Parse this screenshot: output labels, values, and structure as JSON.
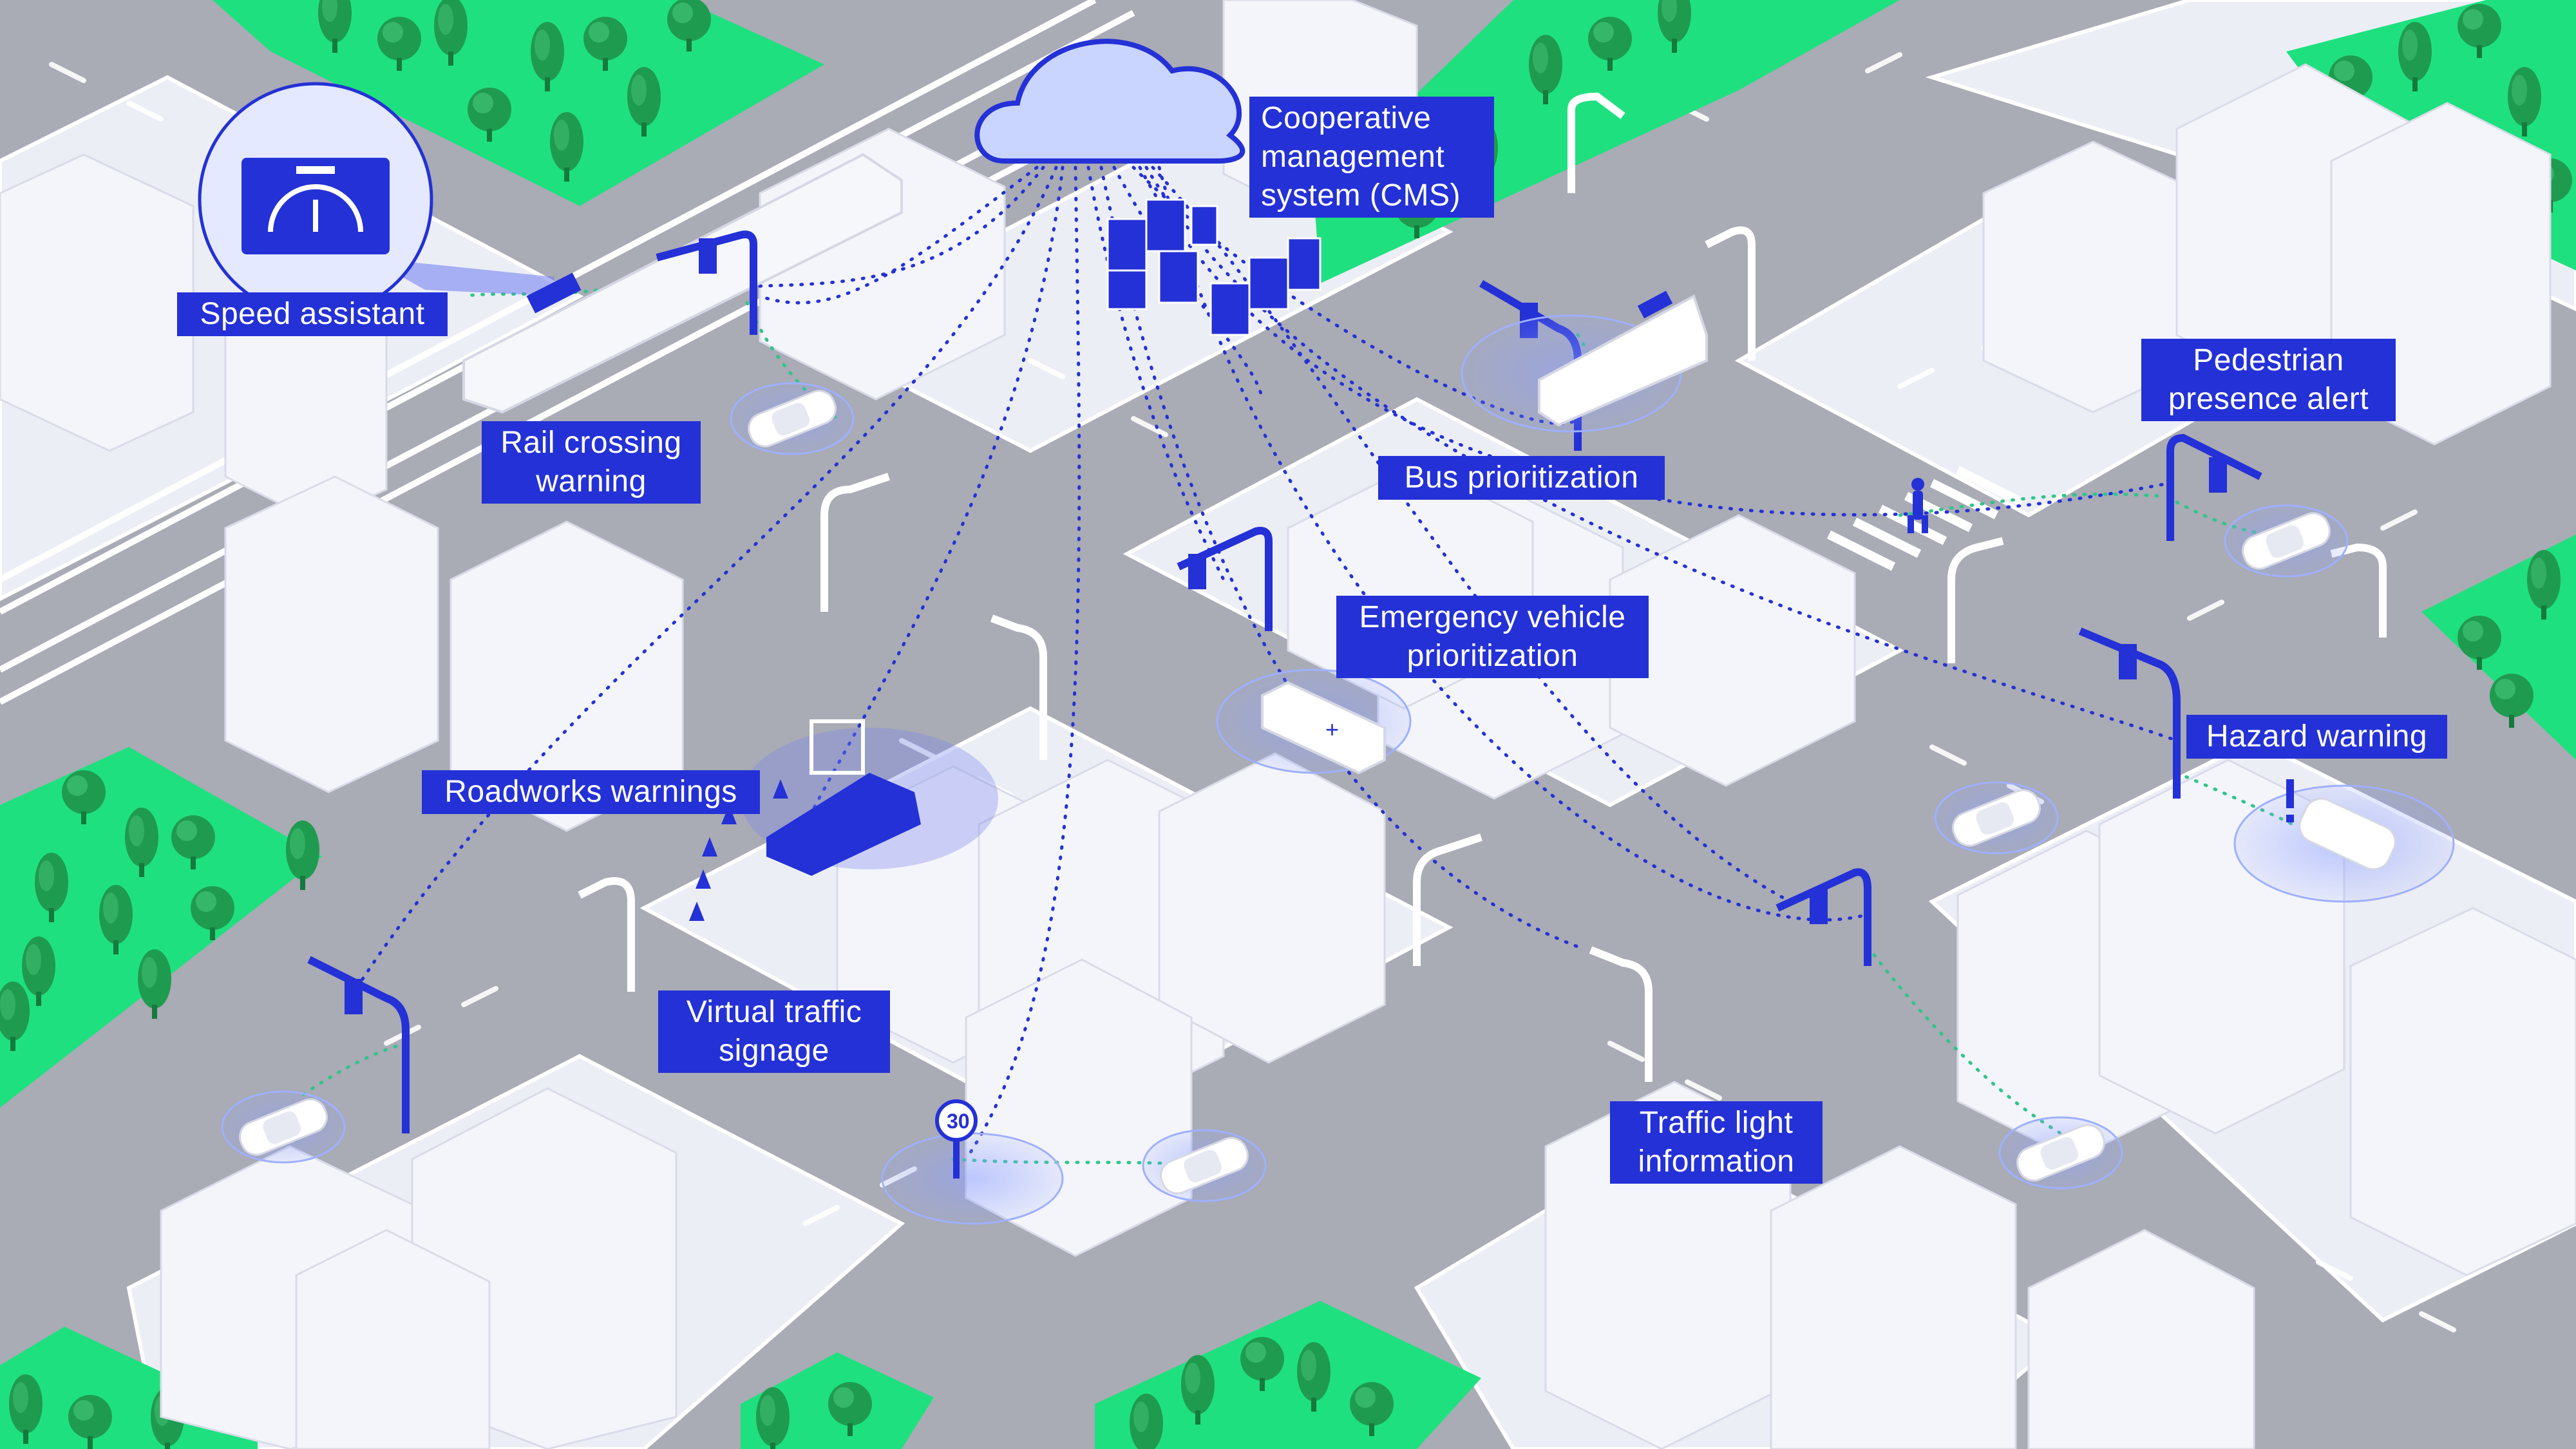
{
  "colors": {
    "road": "#a9abb5",
    "sidewalk": "#eceef6",
    "building": "#f3f4f9",
    "building_shade": "#dcdfeb",
    "grass": "#1fe07f",
    "tree": "#1f9b4f",
    "tree_light": "#4fb783",
    "accent_blue": "#2431d6",
    "link_line": "#2431d6",
    "link_line_green": "#2fc58a",
    "cloud": "#c9d5ff",
    "label_text": "#ffffff"
  },
  "labels": {
    "cms": "Cooperative\nmanagement\nsystem (CMS)",
    "speed_assistant": "Speed assistant",
    "rail_crossing": "Rail crossing\nwarning",
    "bus_prioritization": "Bus prioritization",
    "pedestrian_alert": "Pedestrian\npresence alert",
    "emergency_vehicle": "Emergency vehicle\nprioritization",
    "hazard_warning": "Hazard warning",
    "roadworks": "Roadworks warnings",
    "virtual_signage": "Virtual traffic\nsignage",
    "traffic_light_info": "Traffic light\ninformation"
  },
  "speed_sign": "30",
  "icons": [
    "cloud-icon",
    "speedometer-icon",
    "traffic-light-icon",
    "speed-limit-sign-icon",
    "hazard-exclamation-icon",
    "pedestrian-icon",
    "tree-icon",
    "car-icon",
    "bus-icon",
    "train-icon",
    "ambulance-icon",
    "roadworks-truck-icon",
    "traffic-cone-icon",
    "solar-panel-icon"
  ]
}
